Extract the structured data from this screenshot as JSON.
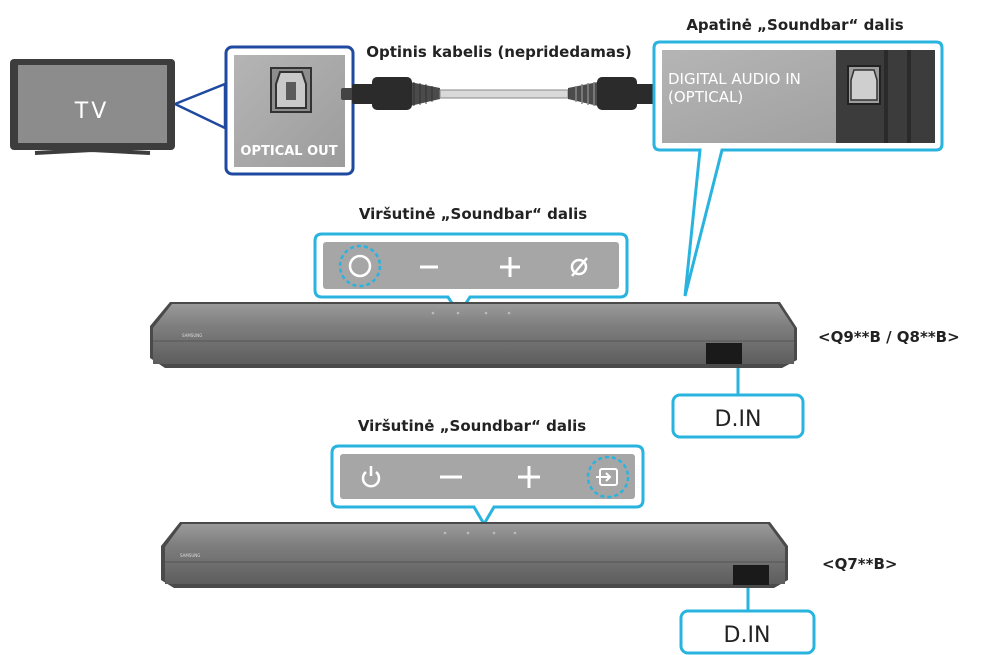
{
  "tv": {
    "label": "TV"
  },
  "tv_port": {
    "label": "OPTICAL OUT"
  },
  "cable": {
    "label": "Optinis kabelis (nepridedamas)"
  },
  "bottom_panel": {
    "title": "Apatinė „Soundbar“ dalis",
    "port_label_line1": "DIGITAL AUDIO IN",
    "port_label_line2": "(OPTICAL)"
  },
  "top_panel_1": {
    "title": "Viršutinė „Soundbar“ dalis",
    "buttons": [
      "power-ring-icon",
      "minus-icon",
      "plus-icon",
      "input-slash-icon"
    ]
  },
  "top_panel_2": {
    "title": "Viršutinė „Soundbar“ dalis",
    "buttons": [
      "power-icon",
      "minus-icon",
      "plus-icon",
      "input-source-icon"
    ]
  },
  "soundbar_1": {
    "brand": "SAMSUNG",
    "model": "<Q9**B / Q8**B>",
    "callout": "D.IN"
  },
  "soundbar_2": {
    "brand": "SAMSUNG",
    "model": "<Q7**B>",
    "callout": "D.IN"
  },
  "colors": {
    "accent": "#29b3df",
    "panel_bg": "#a9a9a9",
    "tv_border": "#1f4aa0",
    "bar_body": "#8a8a8a",
    "bar_front": "#6b6b6b"
  }
}
